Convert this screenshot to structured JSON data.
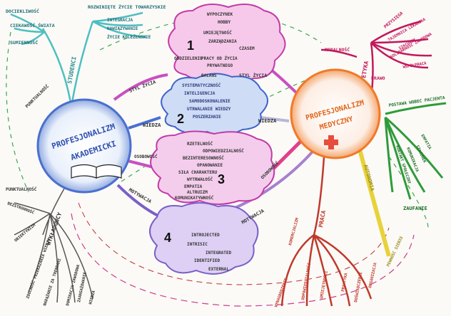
{
  "left_hub": {
    "title_line1": "PROFESJONALIZM",
    "title_line2": "AKADEMICKI",
    "branch_label": "STUDENCI",
    "top_items": [
      "DOCIEKLIWOŚĆ",
      "CIEKAWOŚĆ ŚWIATA",
      "SUMIENNOŚĆ"
    ],
    "social_root": "ROZWINIĘTE ŻYCIE TOWARZYSKIE",
    "social_items": [
      "INTEGRACJA",
      "NAWIĄZYWANIE",
      "ŻYCIE KOLEŻEŃSKIE"
    ],
    "punktualnosc_upper": "PUNKTUALNOŚĆ",
    "punktualnosc_lower": "PUNKTUALNOŚĆ",
    "bottom_label": "WYKŁADOWCY",
    "bottom_items": [
      "BEZSTRONNOŚĆ",
      "OBIEKTYWIZM",
      "ZDOLNOŚĆ PRZEKAZANIA WIEDZY",
      "NADĄŻANIE ZA TRENDAMI",
      "DOMINACJA ZAWODOWA",
      "ZAANGAŻOWANIE",
      "WIEDZA"
    ]
  },
  "right_hub": {
    "title_line1": "PROFESJONALIZM",
    "title_line2": "MEDYCZNY",
    "ethics_label": "ETYKA",
    "ethics_items": [
      "PRZYSIĘGA",
      "TAJEMNICA LEKARSKA",
      "SZACUNEK",
      "SOLIDARNOŚĆ ZAWODOWA",
      "WSPÓŁPRACA"
    ],
    "moralnosc": "MORALNOŚĆ",
    "prawo": "PRAWO",
    "patient_label": "POSTAWA WOBEC PACJENTA",
    "patient_items": [
      "EMPATIA",
      "SZACUNEK",
      "KOMUNIKACJA",
      "KONTAKT SPOŁECZNY"
    ],
    "zaufanie": "ZAUFANIE",
    "autonomia": "AUTONOMIA",
    "autonomia_sub": "PEWNOŚĆ SIEBIE",
    "praca_label": "PRACA",
    "praca_items": [
      "WYNAGRODZENIE",
      "KOMERCJALIZM",
      "ODPOWIEDZIALNOŚĆ",
      "UMIEJĘTNOŚCI",
      "PRAKTYKA",
      "DOŚWIADCZENIE",
      "ORGANIZACJA"
    ]
  },
  "cloud1": {
    "number": "1",
    "items": [
      "WYPOCZYNEK",
      "HOBBY",
      "UMIEJĘTNOŚĆ",
      "ZARZĄDZANIA",
      "CZASEM",
      "ODDZIELENIE",
      "PRACY OD ŻYCIA",
      "PRYWATNEGO",
      "BALANS"
    ],
    "link_left": "STYL ŻYCIA",
    "link_right": "STYL ŻYCIA"
  },
  "cloud2": {
    "number": "2",
    "items": [
      "SYSTEMATYCZNOŚĆ",
      "INTELIGENCJA",
      "SAMODOSKONALENIE",
      "UTRWALANIE WIEDZY",
      "POSZERZANIE"
    ],
    "link_left": "WIEDZA",
    "link_right": "WIEDZA"
  },
  "cloud3": {
    "number": "3",
    "items": [
      "RZETELNOŚĆ",
      "ODPOWIEDZIALNOŚĆ",
      "BEZINTERESOWNOŚĆ",
      "OPANOWANIE",
      "SIŁA CHARAKTERU",
      "WYTRWAŁOŚĆ",
      "EMPATIA",
      "ALTRUIZM",
      "KOMUNIKATYWNOŚĆ"
    ],
    "link_left": "OSOBOWOŚĆ",
    "link_right": "OSOBOWOŚĆ"
  },
  "cloud4": {
    "number": "4",
    "items": [
      "INTROJECTED",
      "INTRISIC",
      "INTEGRATED",
      "IDENTIFIED",
      "EXTERNAL"
    ],
    "link_left": "MOTYWACJA",
    "link_right": "MOTYWACJA"
  }
}
